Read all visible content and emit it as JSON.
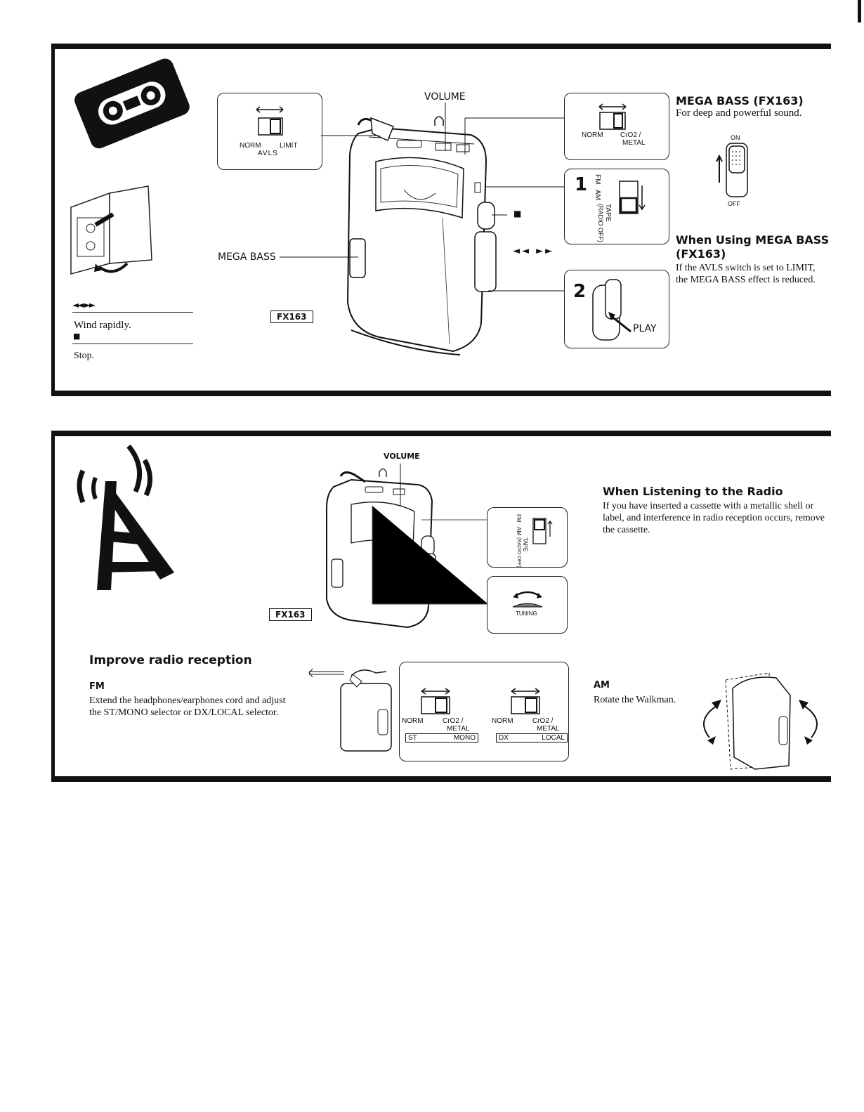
{
  "tape_section": {
    "volume_label": "VOLUME",
    "avls_switch": {
      "norm": "NORM",
      "limit": "LIMIT",
      "name": "AVLS"
    },
    "tape_type_switch": {
      "norm": "NORM",
      "crom": "CrO2 /",
      "metal": "METAL"
    },
    "function_switch": {
      "step": "1",
      "fm": "FM",
      "am": "AM",
      "tape": "TAPE",
      "radio_off": "(RADIO OFF)"
    },
    "stop_symbol": "■",
    "wind_symbol": "◄◄ ►►",
    "play_step": "2",
    "play_label": "PLAY",
    "mega_bass_label": "MEGA BASS",
    "model_badge": "FX163",
    "wind_heading": "◄◄ ►►",
    "wind_text": "Wind rapidly.",
    "stop_heading": "■",
    "stop_text": "Stop.",
    "mega_bass": {
      "title": "MEGA BASS (FX163)",
      "text": "For deep and powerful sound.",
      "on": "ON",
      "off": "OFF"
    },
    "using_mega_bass": {
      "title_line1": "When Using MEGA BASS",
      "title_line2": "(FX163)",
      "text": "If the AVLS switch is set to LIMIT, the MEGA BASS effect is reduced."
    }
  },
  "radio_section": {
    "volume_label": "VOLUME",
    "model_badge": "FX163",
    "function_switch": {
      "fm": "FM",
      "am": "AM",
      "tape": "TAPE",
      "radio_off": "(RADIO OFF)"
    },
    "tuning_label": "TUNING",
    "listening": {
      "title": "When Listening to the Radio",
      "text": "If you have inserted a cassette with a metallic shell or label, and interference in radio reception occurs, remove the cassette."
    },
    "improve_title": "Improve radio reception",
    "fm": {
      "title": "FM",
      "text": "Extend the headphones/earphones cord and adjust the ST/MONO selector or DX/LOCAL selector."
    },
    "selectors": {
      "left": {
        "norm": "NORM",
        "crom": "CrO2 /",
        "metal": "METAL",
        "st": "ST",
        "mono": "MONO"
      },
      "right": {
        "norm": "NORM",
        "crom": "CrO2 /",
        "metal": "METAL",
        "dx": "DX",
        "local": "LOCAL"
      }
    },
    "am": {
      "title": "AM",
      "text": "Rotate the Walkman."
    }
  }
}
